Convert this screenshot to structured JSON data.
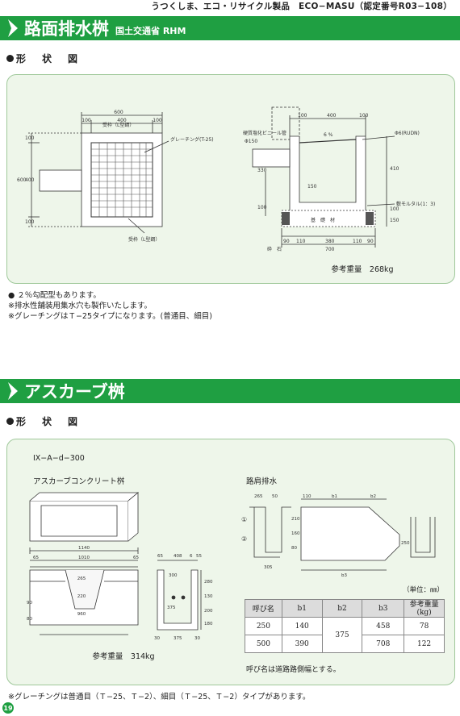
{
  "header": {
    "text": "うつくしま、エコ・リサイクル製品　ECO−MASU（認定番号R03−108）"
  },
  "section1": {
    "title": "路面排水桝",
    "subtitle": "国土交通省 RHM",
    "heading": "形　状　図",
    "diagram": {
      "dims_top": [
        "600",
        "100",
        "400",
        "100"
      ],
      "dims_side": [
        "100",
        "400",
        "100"
      ],
      "dim_600_side": "600",
      "grating_label": "グレーチング(T-25)",
      "frame_label_top": "受枠（L型鋼）",
      "frame_label_bottom": "受枠（L型鋼）",
      "pipe_label": "硬質塩化ビニール管",
      "pipe_size": "Φ150",
      "slope": "6 %",
      "rebar": "Φ6(RUDN)",
      "mortar": "敷モルタル(1：3)",
      "base": "基　礎　材",
      "sec_dims_top": [
        "100",
        "400",
        "100"
      ],
      "sec_dims_bottom": [
        "90",
        "110",
        "380",
        "110",
        "90"
      ],
      "sec_total": "700",
      "sec_side": [
        "410",
        "100",
        "150"
      ],
      "sec_left": [
        "330",
        "150",
        "100"
      ],
      "base_label": "砕　石"
    },
    "weight": "参考重量　268kg",
    "notes": [
      "● ２％勾配型もあります。",
      "※排水性舗装用集水穴も製作いたします。",
      "※グレーチングはＴ−25タイプになります。(普通目、細目)"
    ]
  },
  "section2": {
    "title": "アスカーブ桝",
    "heading": "形　状　図",
    "model": "IX−A−d−300",
    "left_caption": "アスカーブコンクリート桝",
    "right_caption": "路肩排水",
    "weight": "参考重量　314kg",
    "diagram": {
      "width_total": "1140",
      "widths": [
        "65",
        "1010",
        "65"
      ],
      "inner": [
        "265",
        "220",
        "960"
      ],
      "side_dims": [
        "90",
        "80"
      ],
      "front_dims": [
        "65",
        "408",
        "6",
        "55"
      ],
      "front_inner": [
        "300",
        "375",
        "280",
        "130",
        "200",
        "180"
      ],
      "front_bottom": [
        "30",
        "375",
        "30"
      ],
      "road_dims": [
        "265",
        "50",
        "110",
        "b1",
        "b2",
        "b3",
        "305"
      ],
      "road_heights": [
        "210",
        "160",
        "80",
        "250"
      ],
      "road_circle1": "①",
      "road_circle2": "②"
    },
    "unit": "（単位：㎜）",
    "table": {
      "headers": [
        "呼び名",
        "b1",
        "b2",
        "b3",
        "参考重量\n(kg)"
      ],
      "rows": [
        [
          "250",
          "140",
          "375",
          "458",
          "78"
        ],
        [
          "500",
          "390",
          "",
          "708",
          "122"
        ]
      ]
    },
    "table_note": "呼び名は道路路側幅とする。",
    "footer_note": "※グレーチングは普通目（Ｔ−25、Ｔ−2）、細目（Ｔ−25、Ｔ−2）タイプがあります。"
  },
  "page_number": "19",
  "colors": {
    "accent": "#1f9f42",
    "panel": "#eef6ea"
  }
}
